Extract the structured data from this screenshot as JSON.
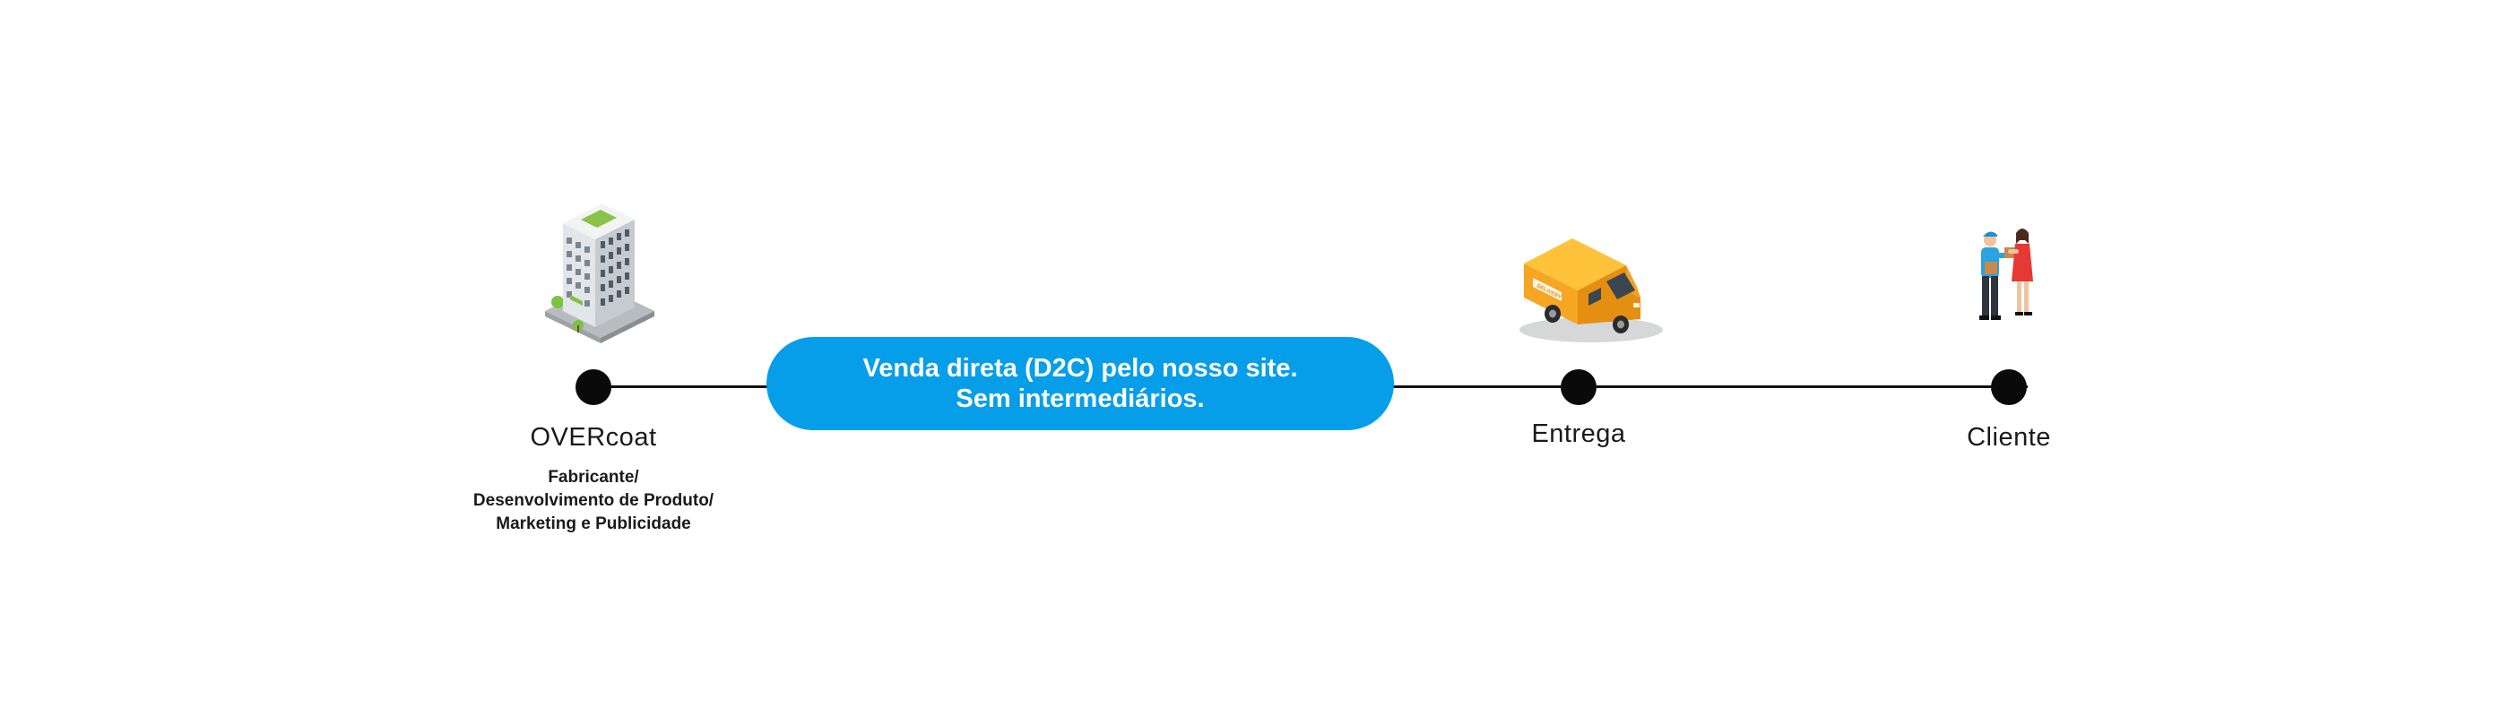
{
  "nodes": [
    {
      "id": "overcoat",
      "label": "OVERcoat",
      "sublabel_lines": [
        "Fabricante/",
        "Desenvolvimento de Produto/",
        "Marketing e Publicidade"
      ],
      "icon": "office-building-icon"
    },
    {
      "id": "entrega",
      "label": "Entrega",
      "icon": "delivery-van-icon",
      "van_text": "DELIVERY"
    },
    {
      "id": "cliente",
      "label": "Cliente",
      "icon": "courier-handing-package-icon"
    }
  ],
  "callout": {
    "line1": "Venda direta (D2C) pelo nosso site.",
    "line2": "Sem intermediários."
  },
  "colors": {
    "accent_blue": "#069ee8",
    "line_black": "#111111",
    "van_orange": "#f5a623"
  }
}
